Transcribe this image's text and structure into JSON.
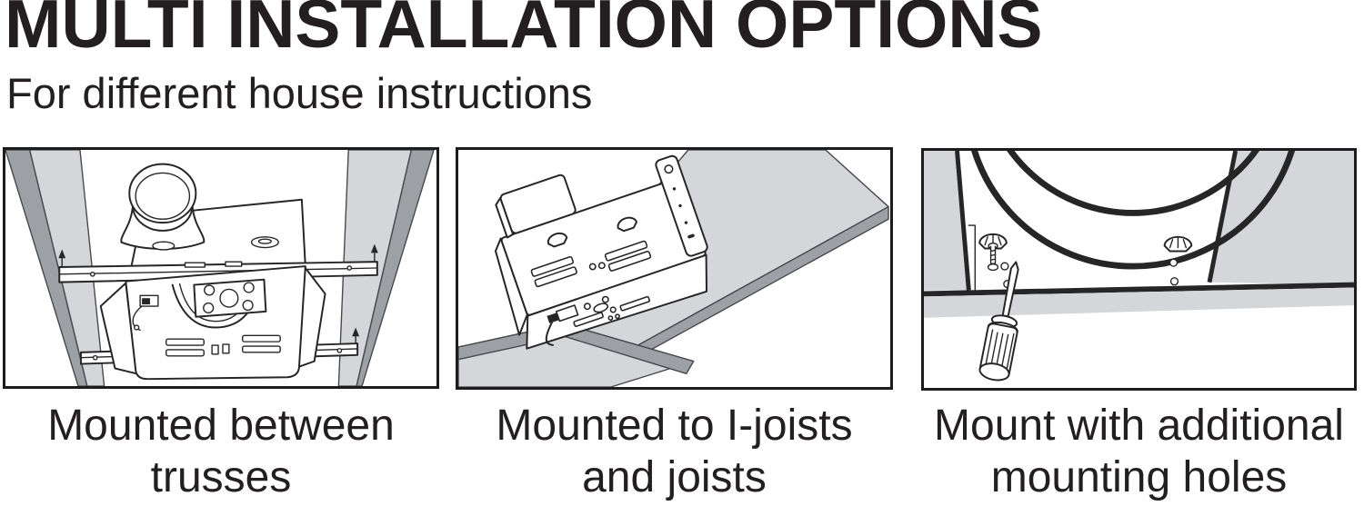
{
  "header": {
    "title": "MULTI INSTALLATION OPTIONS",
    "subtitle": "For different house instructions"
  },
  "panels": [
    {
      "id": "between-trusses",
      "caption_line1": "Mounted between",
      "caption_line2": "trusses",
      "illustration": "exhaust-fan-mounted-between-trusses-with-extension-brackets"
    },
    {
      "id": "i-joists-and-joists",
      "caption_line1": "Mounted to I-joists",
      "caption_line2": "and joists",
      "illustration": "exhaust-fan-mounted-to-side-of-i-joist"
    },
    {
      "id": "additional-mounting-holes",
      "caption_line1": "Mount with additional",
      "caption_line2": "mounting holes",
      "illustration": "screwdriver-driving-screw-into-additional-mounting-holes"
    }
  ],
  "colors": {
    "text": "#231f20",
    "line_art": "#262626",
    "wood_light": "#d4d6d9",
    "wood_shadow": "#9da0a5",
    "panel_border": "#1c1c1c",
    "background": "#ffffff"
  }
}
